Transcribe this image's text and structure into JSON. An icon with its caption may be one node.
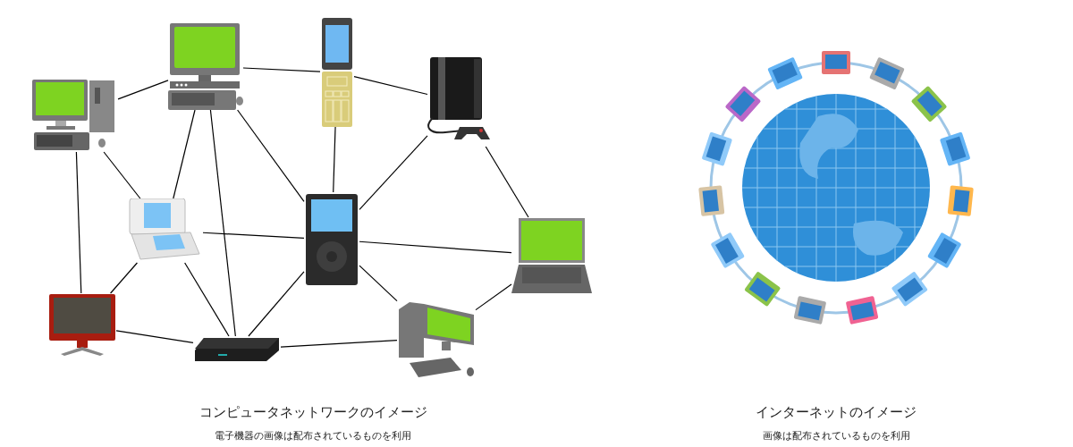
{
  "diagram": {
    "nodes": [
      {
        "text": [],
        "shape": "picture"
      },
      {
        "text": [],
        "shape": "picture"
      },
      {
        "text": [],
        "shape": "picture"
      },
      {
        "text": [],
        "shape": "picture"
      },
      {
        "text": [],
        "shape": "picture"
      },
      {
        "text": [],
        "shape": "picture"
      },
      {
        "text": [],
        "shape": "picture"
      },
      {
        "text": [],
        "shape": "picture"
      },
      {
        "text": [],
        "shape": "picture"
      },
      {
        "text": [],
        "shape": "picture"
      }
    ],
    "edges": [
      {
        "from": 2,
        "to": 0,
        "arrow": "none"
      },
      {
        "from": 0,
        "to": 1,
        "arrow": "none"
      },
      {
        "from": 1,
        "to": 3,
        "arrow": "none"
      },
      {
        "from": 2,
        "to": 4,
        "arrow": "none"
      },
      {
        "from": 2,
        "to": 7,
        "arrow": "none"
      },
      {
        "from": 0,
        "to": 4,
        "arrow": "none"
      },
      {
        "from": 0,
        "to": 8,
        "arrow": "none"
      },
      {
        "from": 0,
        "to": 5,
        "arrow": "none"
      },
      {
        "from": 1,
        "to": 5,
        "arrow": "none"
      },
      {
        "from": 3,
        "to": 5,
        "arrow": "none"
      },
      {
        "from": 3,
        "to": 6,
        "arrow": "none"
      },
      {
        "from": 4,
        "to": 5,
        "arrow": "none"
      },
      {
        "from": 4,
        "to": 7,
        "arrow": "none"
      },
      {
        "from": 4,
        "to": 8,
        "arrow": "none"
      },
      {
        "from": 5,
        "to": 6,
        "arrow": "none"
      },
      {
        "from": 5,
        "to": 8,
        "arrow": "none"
      },
      {
        "from": 5,
        "to": 9,
        "arrow": "none"
      },
      {
        "from": 7,
        "to": 8,
        "arrow": "none"
      },
      {
        "from": 8,
        "to": 9,
        "arrow": "none"
      },
      {
        "from": 9,
        "to": 6,
        "arrow": "none"
      }
    ],
    "labels": [
      "コンピュータネットワークのイメージ",
      "電子機器の画像は配布されているものを利用",
      "インターネットのイメージ",
      "画像は配布されているものを利用"
    ]
  }
}
